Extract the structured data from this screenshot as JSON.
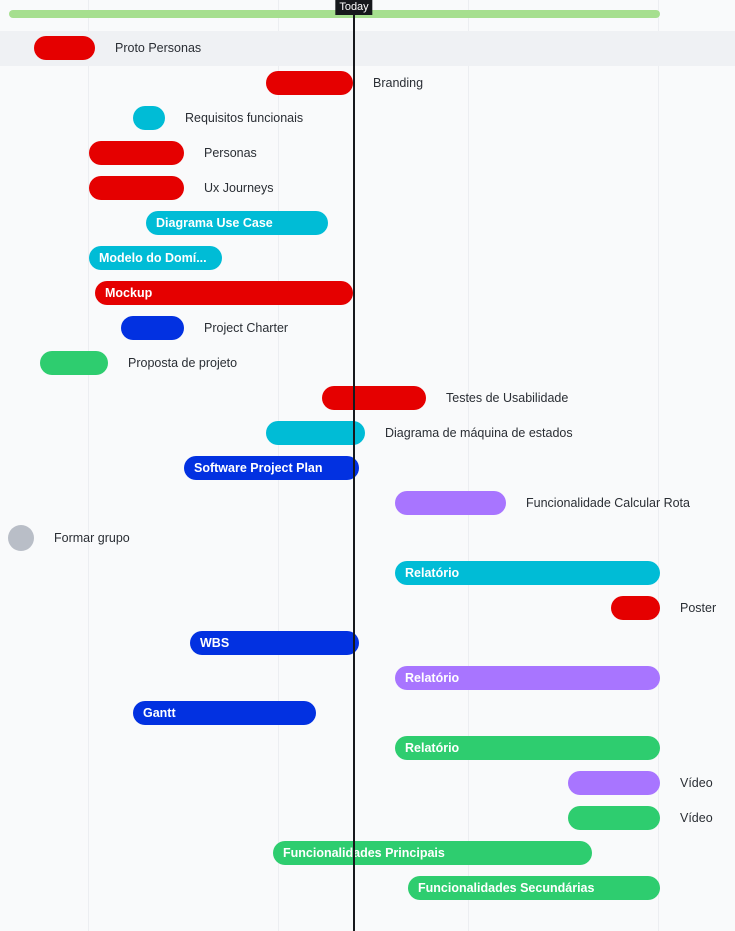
{
  "today_label": "Today",
  "colors": {
    "red": "#e50000",
    "cyan": "#00bcd6",
    "blue": "#0231e1",
    "green": "#2ecd6f",
    "purple": "#a875ff",
    "gray": "#b9bec7",
    "summary": "#a6df8f"
  },
  "tasks": [
    {
      "id": "proto-personas",
      "name": "Proto Personas",
      "color": "red",
      "label_inside": false,
      "highlighted": true
    },
    {
      "id": "branding",
      "name": "Branding",
      "color": "red",
      "label_inside": false
    },
    {
      "id": "requisitos-funcionais",
      "name": "Requisitos funcionais",
      "color": "cyan",
      "label_inside": false
    },
    {
      "id": "personas",
      "name": "Personas",
      "color": "red",
      "label_inside": false
    },
    {
      "id": "ux-journeys",
      "name": "Ux Journeys",
      "color": "red",
      "label_inside": false
    },
    {
      "id": "diagrama-use-case",
      "name": "Diagrama Use Case",
      "color": "cyan",
      "label_inside": true
    },
    {
      "id": "modelo-do-dominio",
      "name": "Modelo do Domí...",
      "color": "cyan",
      "label_inside": true
    },
    {
      "id": "mockup",
      "name": "Mockup",
      "color": "red",
      "label_inside": true
    },
    {
      "id": "project-charter",
      "name": "Project Charter",
      "color": "blue",
      "label_inside": false
    },
    {
      "id": "proposta-de-projeto",
      "name": "Proposta de projeto",
      "color": "green",
      "label_inside": false
    },
    {
      "id": "testes-de-usabilidade",
      "name": "Testes de Usabilidade",
      "color": "red",
      "label_inside": false
    },
    {
      "id": "diagrama-maquina-estados",
      "name": "Diagrama de máquina de estados",
      "color": "cyan",
      "label_inside": false
    },
    {
      "id": "software-project-plan",
      "name": "Software Project Plan",
      "color": "blue",
      "label_inside": true
    },
    {
      "id": "funcionalidade-calcular-rota",
      "name": "Funcionalidade Calcular Rota",
      "color": "purple",
      "label_inside": false
    },
    {
      "id": "formar-grupo",
      "name": "Formar grupo",
      "color": "gray",
      "label_inside": false,
      "milestone": true
    },
    {
      "id": "relatorio-cyan",
      "name": "Relatório",
      "color": "cyan",
      "label_inside": true
    },
    {
      "id": "poster",
      "name": "Poster",
      "color": "red",
      "label_inside": false
    },
    {
      "id": "wbs",
      "name": "WBS",
      "color": "blue",
      "label_inside": true
    },
    {
      "id": "relatorio-purple",
      "name": "Relatório",
      "color": "purple",
      "label_inside": true
    },
    {
      "id": "gantt",
      "name": "Gantt",
      "color": "blue",
      "label_inside": true
    },
    {
      "id": "relatorio-green",
      "name": "Relatório",
      "color": "green",
      "label_inside": true
    },
    {
      "id": "video-purple",
      "name": "Vídeo",
      "color": "purple",
      "label_inside": false
    },
    {
      "id": "video-green",
      "name": "Vídeo",
      "color": "green",
      "label_inside": false
    },
    {
      "id": "funcionalidades-principais",
      "name": "Funcionalidades Principais",
      "color": "green",
      "label_inside": true
    },
    {
      "id": "funcionalidades-secundarias",
      "name": "Funcionalidades Secundárias",
      "color": "green",
      "label_inside": true
    }
  ]
}
